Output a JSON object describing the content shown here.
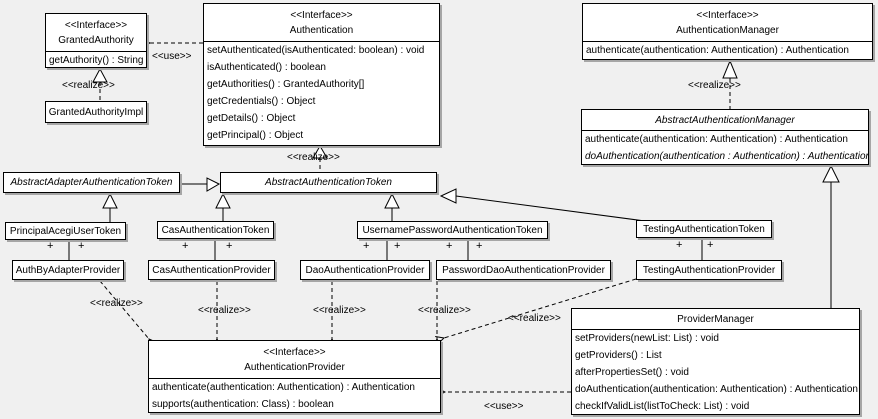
{
  "diagram_type": "uml-class-diagram",
  "colors": {
    "background": "#f0f0f0",
    "box_fill": "#ffffff",
    "line": "#000000",
    "shadow": "#a6a6a6"
  },
  "labels": {
    "realize": "<<realize>>",
    "use": "<<use>>",
    "plus": "+"
  },
  "classes": [
    {
      "name": "GrantedAuthority",
      "stereotype": "<<Interface>>",
      "methods": [
        "getAuthority() : String"
      ]
    },
    {
      "name": "GrantedAuthorityImpl"
    },
    {
      "name": "Authentication",
      "stereotype": "<<Interface>>",
      "methods": [
        "setAuthenticated(isAuthenticated: boolean) : void",
        "isAuthenticated() : boolean",
        "getAuthorities() : GrantedAuthority[]",
        "getCredentials() : Object",
        "getDetails() : Object",
        "getPrincipal() : Object"
      ]
    },
    {
      "name": "AuthenticationManager",
      "stereotype": "<<Interface>>",
      "methods": [
        "authenticate(authentication: Authentication) : Authentication"
      ]
    },
    {
      "name": "AbstractAuthenticationManager",
      "methods": [
        "authenticate(authentication: Authentication) : Authentication",
        "doAuthentication(authentication : Authentication) : Authentication"
      ]
    },
    {
      "name": "AbstractAdapterAuthenticationToken"
    },
    {
      "name": "AbstractAuthenticationToken"
    },
    {
      "name": "PrincipalAcegiUserToken"
    },
    {
      "name": "CasAuthenticationToken"
    },
    {
      "name": "UsernamePasswordAuthenticationToken"
    },
    {
      "name": "TestingAuthenticationToken"
    },
    {
      "name": "AuthByAdapterProvider"
    },
    {
      "name": "CasAuthenticationProvider"
    },
    {
      "name": "DaoAuthenticationProvider"
    },
    {
      "name": "PasswordDaoAuthenticationProvider"
    },
    {
      "name": "TestingAuthenticationProvider"
    },
    {
      "name": "AuthenticationProvider",
      "stereotype": "<<Interface>>",
      "methods": [
        "authenticate(authentication: Authentication) : Authentication",
        "supports(authentication: Class) : boolean"
      ]
    },
    {
      "name": "ProviderManager",
      "methods": [
        "setProviders(newList: List) : void",
        "getProviders() : List",
        "afterPropertiesSet() : void",
        "doAuthentication(authentication: Authentication) : Authentication",
        "checkIfValidList(listToCheck: List) : void"
      ]
    }
  ]
}
